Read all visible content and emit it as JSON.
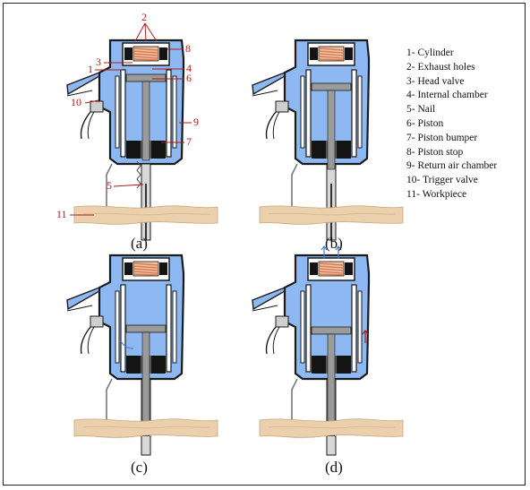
{
  "legend": {
    "items": [
      "1- Cylinder",
      "2- Exhaust holes",
      "3- Head valve",
      "4- Internal chamber",
      "5- Nail",
      "6- Piston",
      "7- Piston bumper",
      "8- Piston stop",
      "9- Return air chamber",
      "10- Trigger valve",
      "11- Workpiece"
    ]
  },
  "panels": [
    {
      "caption": "(a)"
    },
    {
      "caption": "(b)"
    },
    {
      "caption": "(c)"
    },
    {
      "caption": "(d)"
    }
  ],
  "callouts": {
    "n1": "1",
    "n2": "2",
    "n3": "3",
    "n4": "4",
    "n5": "5",
    "n6": "6",
    "n7": "7",
    "n8": "8",
    "n9": "9",
    "n10": "10",
    "n11": "11"
  },
  "colors": {
    "air_blue": "#8eb8f2",
    "body_outline": "#1a1a1a",
    "wood": "#ead0ac",
    "wood_dark": "#c9a47a",
    "spring": "#d97a5a",
    "callout_red": "#b01818",
    "metal": "#9a9a9a",
    "dark_part": "#141414",
    "exhaust_arrow": "#4a7fd6"
  }
}
